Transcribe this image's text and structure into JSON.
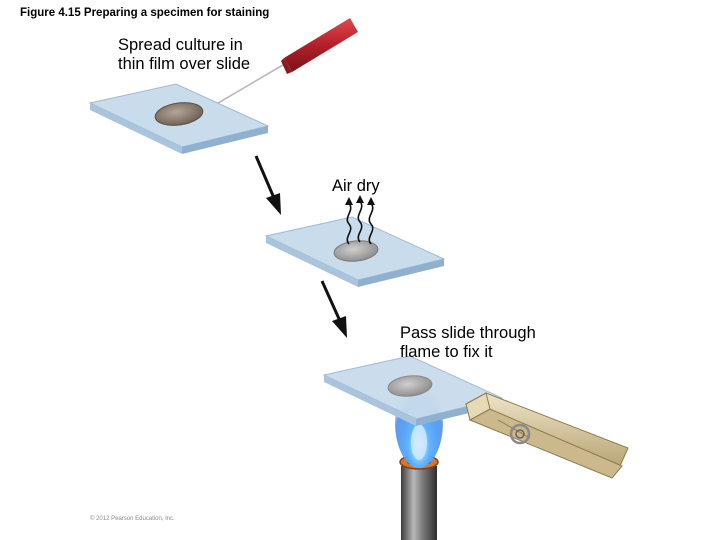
{
  "figure": {
    "title": "Figure 4.15 Preparing a specimen for staining",
    "steps": [
      {
        "label_line1": "Spread culture in",
        "label_line2": "thin film over slide"
      },
      {
        "label_line1": "Air dry"
      },
      {
        "label_line1": "Pass slide through",
        "label_line2": "flame to fix it"
      }
    ],
    "copyright": "© 2012 Pearson Education, Inc."
  },
  "colors": {
    "slide_top": "#c9dcec",
    "slide_edge": "#8fb1cf",
    "smear_wet": "#8a7c70",
    "smear_dry": "#a8a8a8",
    "loop_handle": "#b3202a",
    "flame": "#3d8cf0",
    "clothespin": "#d8c9a3"
  }
}
